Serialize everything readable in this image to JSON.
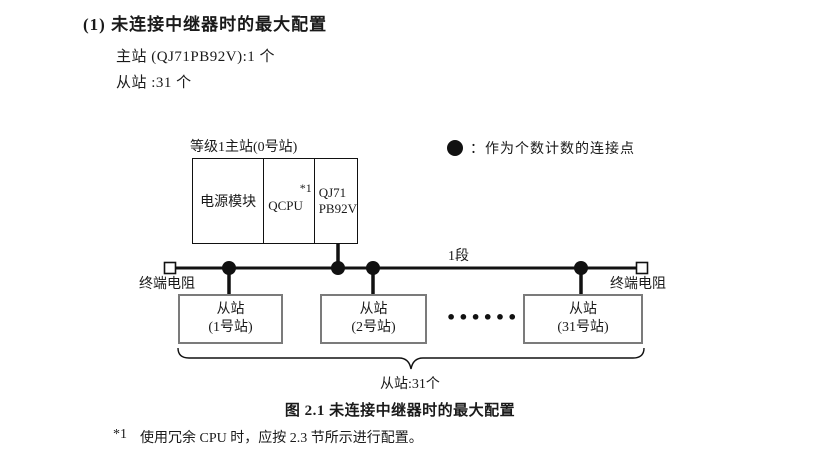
{
  "colors": {
    "line": "#111111",
    "slave_border": "#7b7b7b",
    "text": "#1a1a1a"
  },
  "header": {
    "heading": "(1) 未连接中继器时的最大配置",
    "master_count_line": "主站 (QJ71PB92V):1 个",
    "slave_count_line": "从站 :31 个"
  },
  "diagram": {
    "master_station_label": "等级1主站(0号站)",
    "master_modules": {
      "power_supply": "电源模块",
      "cpu": "QCPU",
      "cpu_footnote_ref": "*1",
      "network_line1": "QJ71",
      "network_line2": "PB92V"
    },
    "legend": {
      "symbol": "filled-circle",
      "text": "：作为个数计数的连接点"
    },
    "segment_label": "1段",
    "terminator_left": "终端电阻",
    "terminator_right": "终端电阻",
    "slaves": [
      {
        "line1": "从站",
        "line2": "(1号站)"
      },
      {
        "line1": "从站",
        "line2": "(2号站)"
      },
      {
        "line1": "从站",
        "line2": "(31号站)"
      }
    ],
    "omitted_stations_marker": "••••••",
    "brace_label": "从站:31个"
  },
  "caption": "图 2.1 未连接中继器时的最大配置",
  "footnote": {
    "marker": "*1",
    "text": "使用冗余 CPU 时，应按 2.3 节所示进行配置。"
  }
}
